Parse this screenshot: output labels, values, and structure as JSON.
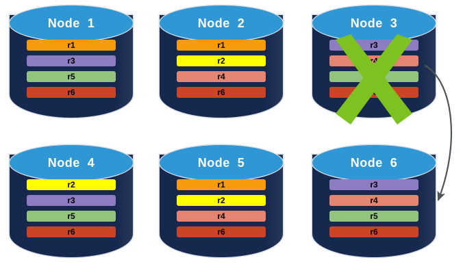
{
  "diagram": {
    "title_prefix": "Node",
    "colors": {
      "cylinder_body": "#16284d",
      "cylinder_top": "#2f97d4",
      "cylinder_outline": "#d8dde6",
      "title_text": "#ffffff",
      "x_mark": "#7dc220",
      "arrow": "#4f5458",
      "background": "#ffffff"
    },
    "replica_colors": {
      "r1": "#f79a0c",
      "r2": "#ffff00",
      "r3": "#8e7cc3",
      "r4": "#e38570",
      "r5": "#93c47d",
      "r6": "#cc4426"
    },
    "nodes": [
      {
        "id": "node-1",
        "label": "Node  1",
        "failed": false,
        "replicas": [
          {
            "label": "r1",
            "color": "#f79a0c"
          },
          {
            "label": "r3",
            "color": "#8e7cc3"
          },
          {
            "label": "r5",
            "color": "#93c47d"
          },
          {
            "label": "r6",
            "color": "#cc4426"
          }
        ]
      },
      {
        "id": "node-2",
        "label": "Node  2",
        "failed": false,
        "replicas": [
          {
            "label": "r1",
            "color": "#f79a0c"
          },
          {
            "label": "r2",
            "color": "#ffff00"
          },
          {
            "label": "r4",
            "color": "#e38570"
          },
          {
            "label": "r6",
            "color": "#cc4426"
          }
        ]
      },
      {
        "id": "node-3",
        "label": "Node  3",
        "failed": true,
        "replicas": [
          {
            "label": "r3",
            "color": "#8e7cc3"
          },
          {
            "label": "r4",
            "color": "#e38570"
          },
          {
            "label": "r5",
            "color": "#93c47d"
          },
          {
            "label": "r6",
            "color": "#cc4426"
          }
        ]
      },
      {
        "id": "node-4",
        "label": "Node  4",
        "failed": false,
        "replicas": [
          {
            "label": "r2",
            "color": "#ffff00"
          },
          {
            "label": "r3",
            "color": "#8e7cc3"
          },
          {
            "label": "r5",
            "color": "#93c47d"
          },
          {
            "label": "r6",
            "color": "#cc4426"
          }
        ]
      },
      {
        "id": "node-5",
        "label": "Node  5",
        "failed": false,
        "replicas": [
          {
            "label": "r1",
            "color": "#f79a0c"
          },
          {
            "label": "r2",
            "color": "#ffff00"
          },
          {
            "label": "r4",
            "color": "#e38570"
          },
          {
            "label": "r6",
            "color": "#cc4426"
          }
        ]
      },
      {
        "id": "node-6",
        "label": "Node  6",
        "failed": false,
        "replicas": [
          {
            "label": "r3",
            "color": "#8e7cc3"
          },
          {
            "label": "r4",
            "color": "#e38570"
          },
          {
            "label": "r5",
            "color": "#93c47d"
          },
          {
            "label": "r6",
            "color": "#cc4426"
          }
        ]
      }
    ]
  }
}
